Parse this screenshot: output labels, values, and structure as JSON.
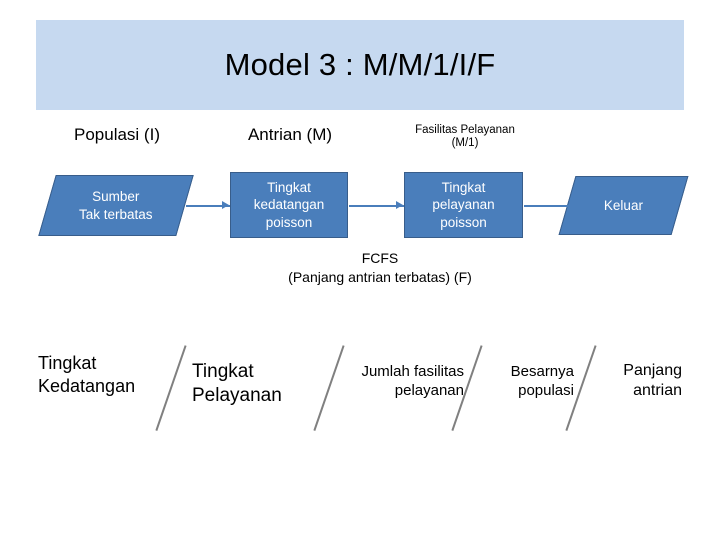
{
  "slide": {
    "title": "Model 3 : M/M/1/I/F",
    "banner_color": "#c6d9f0",
    "shape_fill": "#4a7ebb",
    "shape_border": "#385d8a",
    "shape_text_color": "#ffffff"
  },
  "captions": {
    "populasi": "Populasi (I)",
    "antrian": "Antrian (M)",
    "fasilitas_line1": "Fasilitas Pelayanan",
    "fasilitas_line2": "(M/1)"
  },
  "flow": {
    "nodes": [
      {
        "id": "sumber",
        "shape": "parallelogram",
        "line1": "Sumber",
        "line2": "Tak terbatas"
      },
      {
        "id": "kedatangan",
        "shape": "rectangle",
        "line1": "Tingkat",
        "line2": "kedatangan",
        "line3": "poisson"
      },
      {
        "id": "pelayanan",
        "shape": "rectangle",
        "line1": "Tingkat",
        "line2": "pelayanan",
        "line3": "poisson"
      },
      {
        "id": "keluar",
        "shape": "parallelogram",
        "line1": "Keluar"
      }
    ],
    "connector_color": "#4a7ebb"
  },
  "discipline": {
    "line1": "FCFS",
    "line2": "(Panjang antrian terbatas) (F)"
  },
  "legend": {
    "separator_color": "#808080",
    "items": [
      {
        "line1": "Tingkat",
        "line2": "Kedatangan"
      },
      {
        "line1": "Tingkat",
        "line2": "Pelayanan"
      },
      {
        "line1": "Jumlah fasilitas",
        "line2": "pelayanan"
      },
      {
        "line1": "Besarnya",
        "line2": "populasi"
      },
      {
        "line1": "Panjang",
        "line2": "antrian"
      }
    ]
  }
}
